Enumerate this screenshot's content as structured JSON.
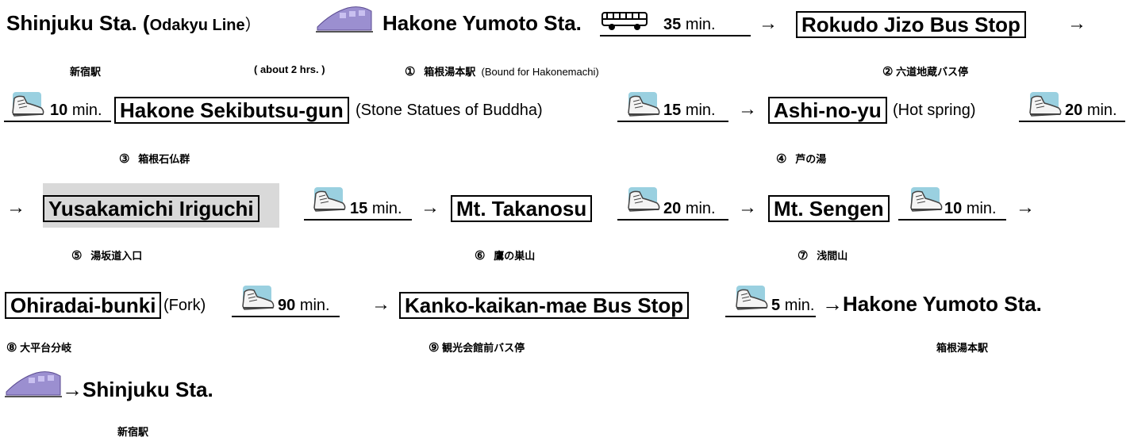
{
  "row1": {
    "origin_name": "Shinjuku Sta. (",
    "origin_line": "Odakyu Line",
    "origin_close": "）",
    "origin_jp": "新宿駅",
    "train_time": "( about 2 hrs. )",
    "station1": "Hakone Yumoto Sta.",
    "bus_minutes": "35",
    "minutes_unit": "min.",
    "arrow": "→",
    "stop2": "Rokudo Jizo Bus Stop",
    "stop1_marker": "①",
    "stop1_jp": "箱根湯本駅",
    "stop1_note": "(Bound for Hakonemachi)",
    "stop2_marker": "②",
    "stop2_jp": "六道地蔵バス停"
  },
  "row2": {
    "walk1_minutes": "10",
    "stop3": "Hakone Sekibutsu-gun",
    "stop3_note": "(Stone Statues of Buddha)",
    "walk2_minutes": "15",
    "stop4": "Ashi-no-yu",
    "stop4_note": "(Hot spring)",
    "walk3_minutes": "20",
    "stop3_marker": "③",
    "stop3_jp": "箱根石仏群",
    "stop4_marker": "④",
    "stop4_jp": "芦の湯"
  },
  "row3": {
    "stop5": "Yusakamichi Iriguchi",
    "walk4_minutes": "15",
    "stop6": "Mt. Takanosu",
    "walk5_minutes": "20",
    "stop7": "Mt. Sengen",
    "walk6_minutes": "10",
    "stop5_marker": "⑤",
    "stop5_jp": "湯坂道入口",
    "stop6_marker": "⑥",
    "stop6_jp": "鷹の巣山",
    "stop7_marker": "⑦",
    "stop7_jp": "浅間山"
  },
  "row4": {
    "stop8": "Ohiradai-bunki",
    "stop8_note": "(Fork)",
    "walk7_minutes": "90",
    "stop9": "Kanko-kaikan-mae Bus Stop",
    "walk8_minutes": "5",
    "end_station": "→Hakone Yumoto Sta.",
    "stop8_marker": "⑧",
    "stop8_jp": "大平台分岐",
    "stop9_marker": "⑨",
    "stop9_jp": "観光会館前バス停",
    "end_station_jp": "箱根湯本駅"
  },
  "row5": {
    "final": "→Shinjuku Sta.",
    "final_jp": "新宿駅"
  },
  "icons": {
    "train": "train-icon",
    "bus": "bus-icon",
    "shoe": "hiking-shoe-icon"
  },
  "colors": {
    "train_body": "#9b8fd0",
    "train_window": "#c9c0f0",
    "bus_fill": "#ffffff",
    "shoe_bg": "#9ad0e0",
    "box_shade": "#d9d9d9"
  }
}
